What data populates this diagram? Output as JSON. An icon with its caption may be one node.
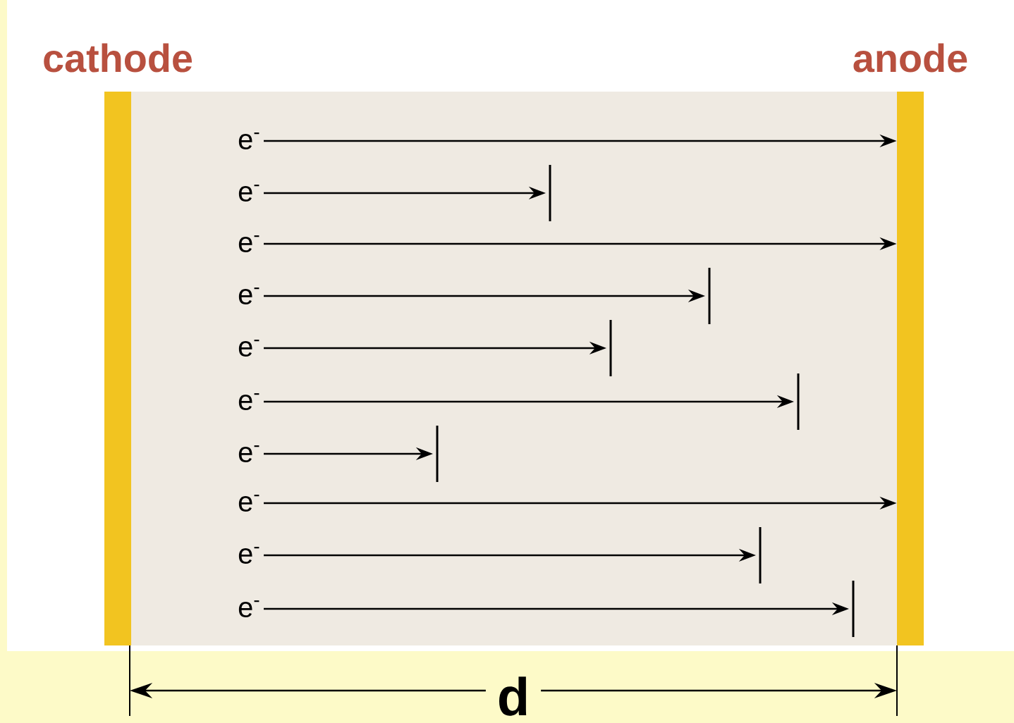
{
  "diagram": {
    "nodes": [
      {
        "text": [
          "cathode"
        ]
      },
      {
        "text": [
          "anode"
        ]
      },
      {
        "text": [
          "e$^{-}$"
        ]
      },
      {
        "text": [
          "e$^{-}$"
        ]
      },
      {
        "text": [
          "e$^{-}$"
        ]
      },
      {
        "text": [
          "e$^{-}$"
        ]
      },
      {
        "text": [
          "e$^{-}$"
        ]
      },
      {
        "text": [
          "e$^{-}$"
        ]
      },
      {
        "text": [
          "e$^{-}$"
        ]
      },
      {
        "text": [
          "e$^{-}$"
        ]
      },
      {
        "text": [
          "e$^{-}$"
        ]
      },
      {
        "text": [
          "e$^{-}$"
        ]
      }
    ],
    "edges": [
      {
        "from": 2,
        "to": 1,
        "arrow": "to"
      },
      {
        "from": 3,
        "to": null,
        "arrow": "to"
      },
      {
        "from": 4,
        "to": 1,
        "arrow": "to"
      },
      {
        "from": 5,
        "to": null,
        "arrow": "to"
      },
      {
        "from": 6,
        "to": null,
        "arrow": "to"
      },
      {
        "from": 7,
        "to": null,
        "arrow": "to"
      },
      {
        "from": 8,
        "to": null,
        "arrow": "to"
      },
      {
        "from": 9,
        "to": 1,
        "arrow": "to"
      },
      {
        "from": 10,
        "to": null,
        "arrow": "to"
      },
      {
        "from": 11,
        "to": null,
        "arrow": "to"
      }
    ],
    "labels": [
      "d"
    ]
  }
}
